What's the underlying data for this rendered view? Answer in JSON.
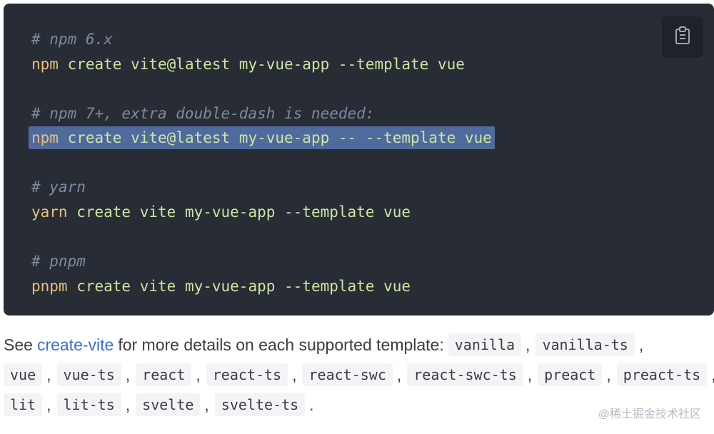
{
  "code_block": {
    "lines": [
      {
        "type": "comment",
        "text": "# npm 6.x"
      },
      {
        "type": "command",
        "cmd": "npm",
        "rest": " create vite@latest my-vue-app --template vue"
      },
      {
        "type": "comment",
        "text": "# npm 7+, extra double-dash is needed:"
      },
      {
        "type": "command",
        "cmd": "npm",
        "rest": " create vite@latest my-vue-app -- --template vue",
        "selected": true
      },
      {
        "type": "comment",
        "text": "# yarn"
      },
      {
        "type": "command",
        "cmd": "yarn",
        "rest": " create vite my-vue-app --template vue"
      },
      {
        "type": "comment",
        "text": "# pnpm"
      },
      {
        "type": "command",
        "cmd": "pnpm",
        "rest": " create vite my-vue-app --template vue"
      }
    ],
    "copy_icon": "clipboard-icon"
  },
  "prose": {
    "prefix": "See",
    "link_text": "create-vite",
    "suffix": "for more details on each supported template:",
    "templates": [
      "vanilla",
      "vanilla-ts",
      "vue",
      "vue-ts",
      "react",
      "react-ts",
      "react-swc",
      "react-swc-ts",
      "preact",
      "preact-ts",
      "lit",
      "lit-ts",
      "svelte",
      "svelte-ts"
    ],
    "separator": ",",
    "terminator": "."
  },
  "watermark": "@稀土掘金技术社区",
  "colors": {
    "code_bg": "#282c34",
    "comment": "#8089a0",
    "command": "#e6c07b",
    "argument": "#cde5a2",
    "selection": "#4f6a9c",
    "link": "#3d6fd4",
    "chip_bg": "#f3f4f6"
  }
}
